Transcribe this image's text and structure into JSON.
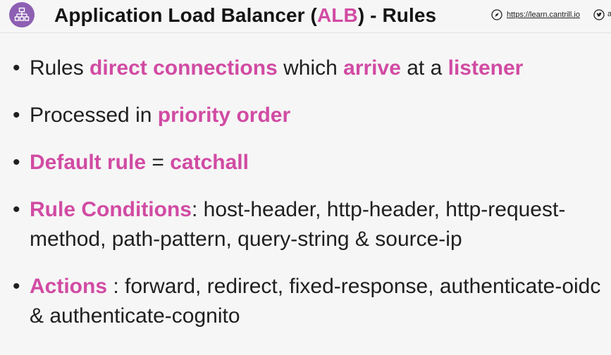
{
  "header": {
    "title_parts": [
      "Application Load Balancer (",
      "ALB",
      ") - Rules"
    ],
    "site_url": "https://learn.cantrill.io",
    "logo_icon": "network-hierarchy-icon",
    "compass_icon": "compass-icon",
    "twitter_icon": "twitter-icon",
    "edge_glyph": "a"
  },
  "bullets": [
    {
      "segments": [
        {
          "text": "Rules ",
          "highlight": false
        },
        {
          "text": "direct connections",
          "highlight": true
        },
        {
          "text": " which ",
          "highlight": false
        },
        {
          "text": "arrive",
          "highlight": true
        },
        {
          "text": " at a ",
          "highlight": false
        },
        {
          "text": "listener",
          "highlight": true
        }
      ]
    },
    {
      "segments": [
        {
          "text": "Processed in ",
          "highlight": false
        },
        {
          "text": "priority order",
          "highlight": true
        }
      ]
    },
    {
      "segments": [
        {
          "text": "Default rule",
          "highlight": true
        },
        {
          "text": " = ",
          "highlight": false
        },
        {
          "text": "catchall",
          "highlight": true
        }
      ]
    },
    {
      "segments": [
        {
          "text": "Rule Conditions",
          "highlight": true
        },
        {
          "text": ": host-header, http-header, http-request-method, path-pattern, query-string & source-ip",
          "highlight": false
        }
      ]
    },
    {
      "segments": [
        {
          "text": "Actions",
          "highlight": true
        },
        {
          "text": " : forward, redirect, fixed-response, authenticate-oidc & authenticate-cognito",
          "highlight": false
        }
      ]
    }
  ],
  "colors": {
    "accent": "#d14ba3",
    "logo_bg": "#8d5fb3",
    "background": "#f6f6f6",
    "text": "#1f1f1f"
  }
}
